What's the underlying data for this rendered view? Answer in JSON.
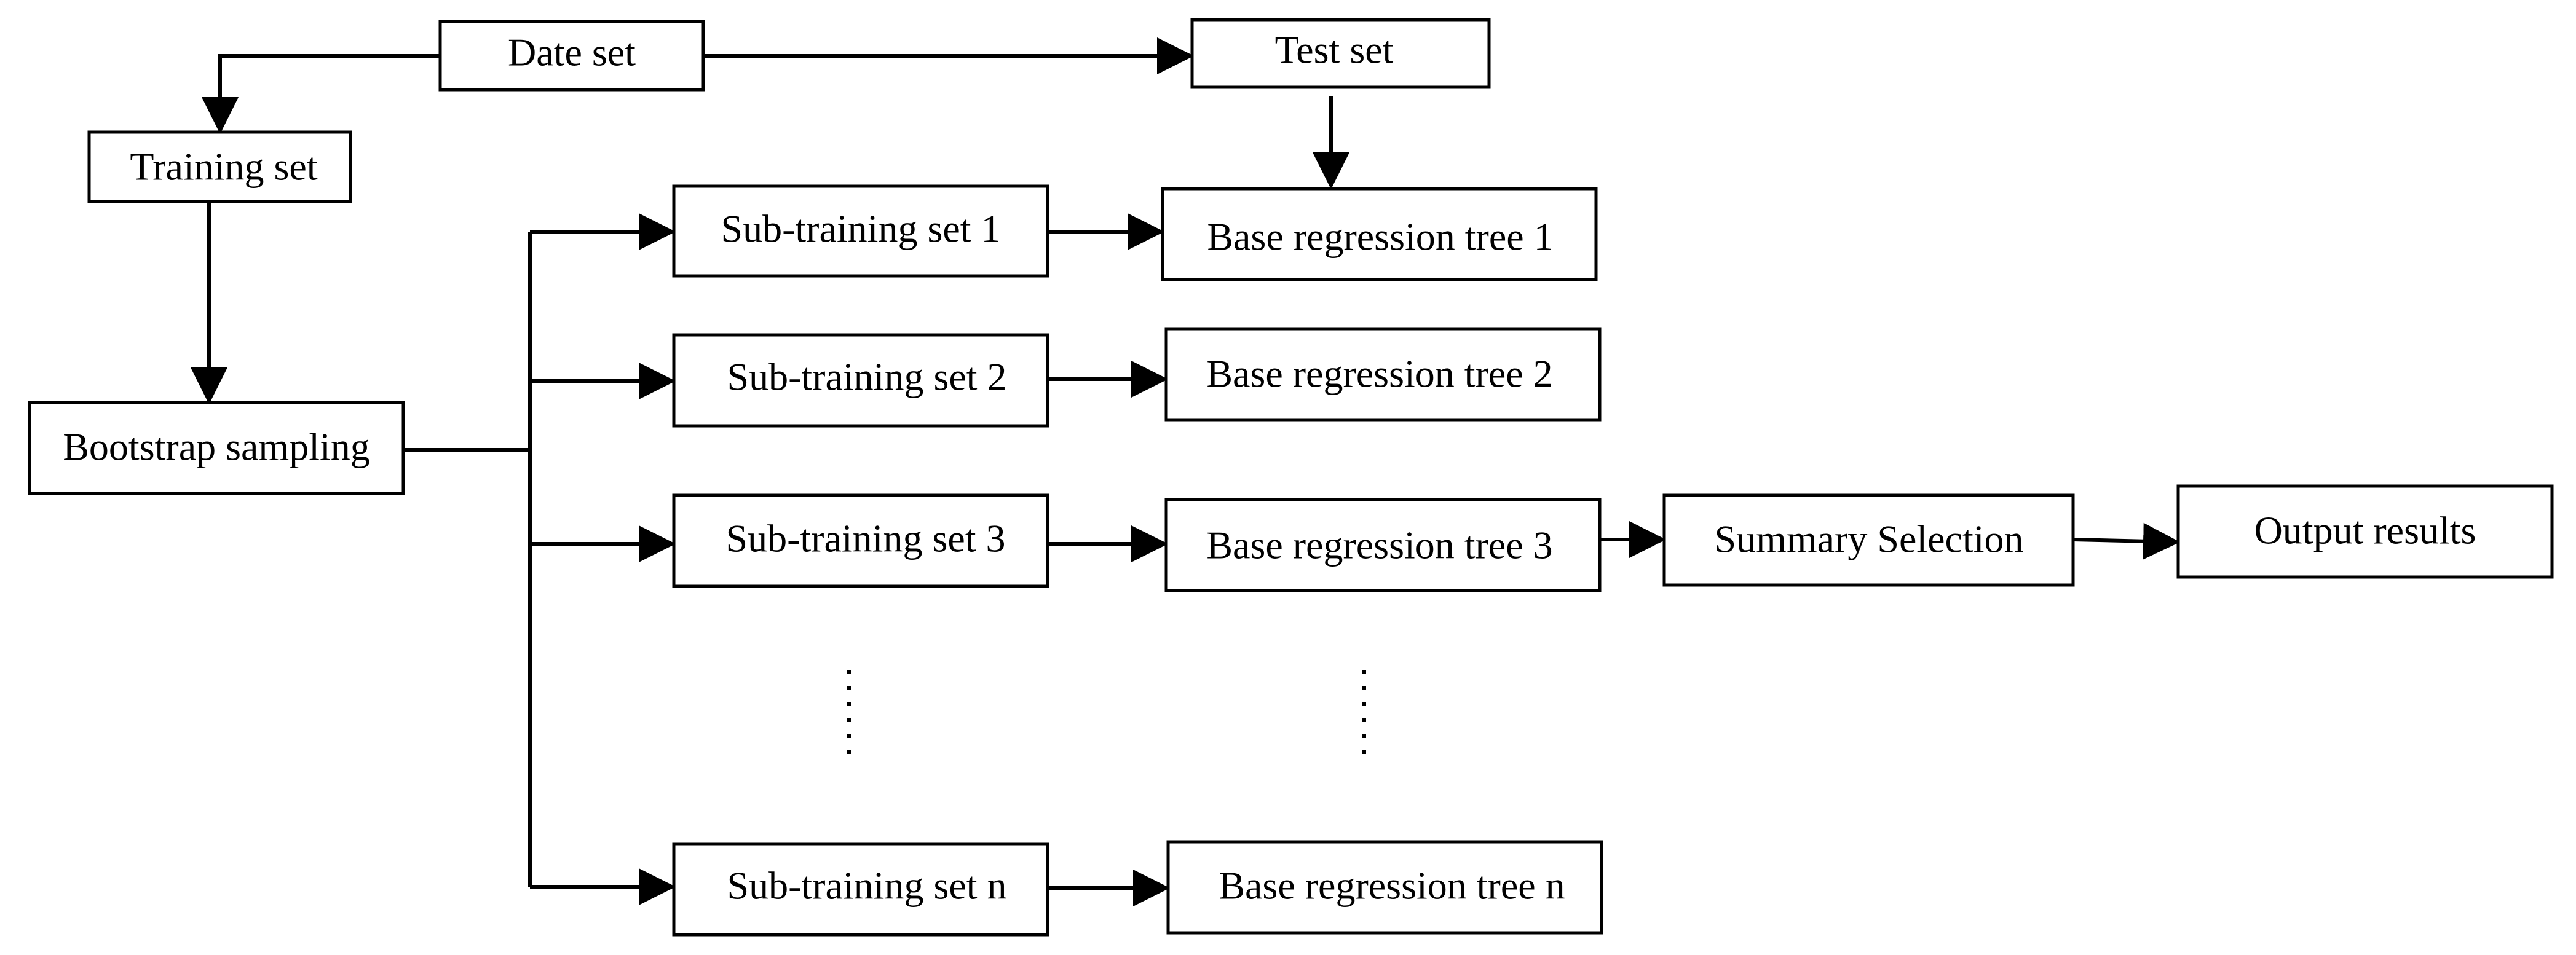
{
  "nodes": {
    "date_set": "Date set",
    "test_set": "Test set",
    "training_set": "Training set",
    "bootstrap_sampling": "Bootstrap sampling",
    "sub_training_set_1": "Sub-training set 1",
    "sub_training_set_2": "Sub-training set 2",
    "sub_training_set_3": "Sub-training set 3",
    "sub_training_set_n": "Sub-training set n",
    "base_regression_tree_1": "Base regression tree 1",
    "base_regression_tree_2": "Base regression tree 2",
    "base_regression_tree_3": "Base regression tree 3",
    "base_regression_tree_n": "Base regression tree n",
    "summary_selection": "Summary Selection",
    "output_results": "Output results"
  },
  "edges": [
    {
      "from": "date_set",
      "to": "training_set"
    },
    {
      "from": "date_set",
      "to": "test_set"
    },
    {
      "from": "test_set",
      "to": "base_regression_tree_1"
    },
    {
      "from": "training_set",
      "to": "bootstrap_sampling"
    },
    {
      "from": "bootstrap_sampling",
      "to": "sub_training_set_1"
    },
    {
      "from": "bootstrap_sampling",
      "to": "sub_training_set_2"
    },
    {
      "from": "bootstrap_sampling",
      "to": "sub_training_set_3"
    },
    {
      "from": "bootstrap_sampling",
      "to": "sub_training_set_n"
    },
    {
      "from": "sub_training_set_1",
      "to": "base_regression_tree_1"
    },
    {
      "from": "sub_training_set_2",
      "to": "base_regression_tree_2"
    },
    {
      "from": "sub_training_set_3",
      "to": "base_regression_tree_3"
    },
    {
      "from": "sub_training_set_n",
      "to": "base_regression_tree_n"
    },
    {
      "from": "base_regression_tree_3",
      "to": "summary_selection"
    },
    {
      "from": "summary_selection",
      "to": "output_results"
    }
  ]
}
